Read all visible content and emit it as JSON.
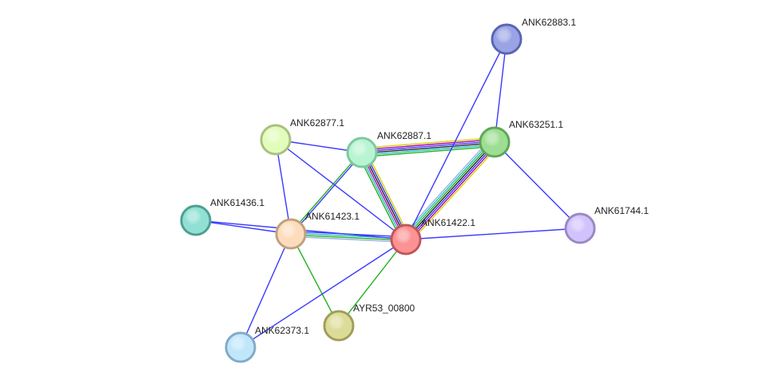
{
  "network": {
    "nodes": [
      {
        "id": "ANK62883.1",
        "label": "ANK62883.1",
        "fill": "#9aa4e4",
        "stroke": "#5864b4"
      },
      {
        "id": "ANK63251.1",
        "label": "ANK63251.1",
        "fill": "#9ede92",
        "stroke": "#5ea65a"
      },
      {
        "id": "ANK62887.1",
        "label": "ANK62887.1",
        "fill": "#b8f4d2",
        "stroke": "#7ec89c"
      },
      {
        "id": "ANK62877.1",
        "label": "ANK62877.1",
        "fill": "#e2fcbc",
        "stroke": "#a8c07e"
      },
      {
        "id": "ANK61436.1",
        "label": "ANK61436.1",
        "fill": "#90e0d4",
        "stroke": "#4e9e92"
      },
      {
        "id": "ANK61423.1",
        "label": "ANK61423.1",
        "fill": "#fcdcbc",
        "stroke": "#c0a07c"
      },
      {
        "id": "ANK61422.1",
        "label": "ANK61422.1",
        "fill": "#fc9294",
        "stroke": "#c05658"
      },
      {
        "id": "ANK61744.1",
        "label": "ANK61744.1",
        "fill": "#d2c2fc",
        "stroke": "#9a88c4"
      },
      {
        "id": "AYR53_00800",
        "label": "AYR53_00800",
        "fill": "#dcdc98",
        "stroke": "#9e9e58"
      },
      {
        "id": "ANK62373.1",
        "label": "ANK62373.1",
        "fill": "#c0e6fc",
        "stroke": "#82aac6"
      }
    ],
    "edges": [
      {
        "source": "ANK62887.1",
        "target": "ANK61422.1",
        "colors": [
          "#d4d400",
          "#3a3aff",
          "#222222",
          "#b000b0",
          "#22c0c0",
          "#22b022"
        ]
      },
      {
        "source": "ANK62887.1",
        "target": "ANK63251.1",
        "colors": [
          "#d4d400",
          "#b000b0",
          "#3a3aff",
          "#222222",
          "#22c0c0",
          "#22b022"
        ]
      },
      {
        "source": "ANK63251.1",
        "target": "ANK61422.1",
        "colors": [
          "#d4d400",
          "#b000b0",
          "#3a3aff",
          "#222222",
          "#22b022",
          "#22c0c0",
          "#9ab0e0"
        ]
      },
      {
        "source": "ANK61423.1",
        "target": "ANK61422.1",
        "colors": [
          "#3a3aff",
          "#22c0c0",
          "#22b022",
          "#9ab0e0"
        ]
      },
      {
        "source": "ANK61423.1",
        "target": "ANK62887.1",
        "colors": [
          "#22b022",
          "#3a3aff"
        ]
      },
      {
        "source": "ANK62883.1",
        "target": "ANK61422.1",
        "colors": [
          "#3a3aff"
        ]
      },
      {
        "source": "ANK62883.1",
        "target": "ANK63251.1",
        "colors": [
          "#3a3aff"
        ]
      },
      {
        "source": "ANK62877.1",
        "target": "ANK62887.1",
        "colors": [
          "#3a3aff"
        ]
      },
      {
        "source": "ANK62877.1",
        "target": "ANK61422.1",
        "colors": [
          "#3a3aff"
        ]
      },
      {
        "source": "ANK62877.1",
        "target": "ANK61423.1",
        "colors": [
          "#3a3aff"
        ]
      },
      {
        "source": "ANK61436.1",
        "target": "ANK61423.1",
        "colors": [
          "#3a3aff"
        ]
      },
      {
        "source": "ANK61436.1",
        "target": "ANK61422.1",
        "colors": [
          "#3a3aff"
        ]
      },
      {
        "source": "ANK63251.1",
        "target": "ANK61744.1",
        "colors": [
          "#3a3aff"
        ]
      },
      {
        "source": "ANK61422.1",
        "target": "ANK61744.1",
        "colors": [
          "#3a3aff"
        ]
      },
      {
        "source": "ANK61423.1",
        "target": "AYR53_00800",
        "colors": [
          "#22b022"
        ]
      },
      {
        "source": "ANK61422.1",
        "target": "AYR53_00800",
        "colors": [
          "#22b022"
        ]
      },
      {
        "source": "ANK61423.1",
        "target": "ANK62373.1",
        "colors": [
          "#3a3aff"
        ]
      },
      {
        "source": "ANK61422.1",
        "target": "ANK62373.1",
        "colors": [
          "#3a3aff"
        ]
      }
    ]
  }
}
